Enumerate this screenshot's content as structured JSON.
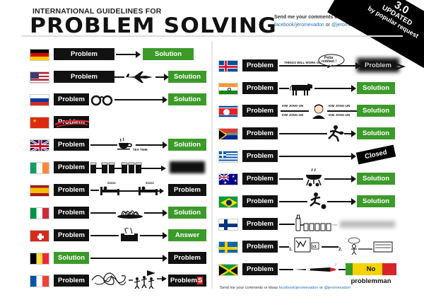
{
  "header": {
    "subtitle": "INTERNATIONAL GUIDELINES FOR",
    "title": "PROBLEM SOLVING",
    "contact": "Send me your comments or ideas:",
    "link_facebook": "facebook/jeromevadon",
    "link_or": "or",
    "link_twitter": "@jeromevadon"
  },
  "ribbon": {
    "version": "3.0",
    "updated": "UPDATED",
    "by": "by popular request"
  },
  "labels": {
    "problem": "Problem",
    "solution": "Solution",
    "answer": "Answer",
    "closed": "Closed",
    "problems_end": "Problem",
    "problems_s": "S"
  },
  "annotations": {
    "tea_time": "TEA TIME",
    "things_will": "THINGS WILL WORK OUT...",
    "petta_1": "Petta",
    "petta_2": "reddast !",
    "kim": "KIM JONG-UN",
    "step_1": "1.",
    "step_2": "2.",
    "x1": "x1",
    "zzz": "Zzzzz",
    "no": "No ",
    "problem_lc": "problem",
    "man": "man"
  },
  "footer": {
    "text": "Send me your comments or ideas",
    "fb": "facebook/jeromevadon",
    "or": "or",
    "tw": "@jeromevadon"
  },
  "countries_left": [
    "Germany",
    "USA",
    "Russia",
    "China",
    "United Kingdom",
    "Ireland",
    "Spain",
    "Italy",
    "Switzerland",
    "Belgium",
    "France"
  ],
  "countries_right": [
    "Iceland",
    "India",
    "North Korea",
    "South Africa",
    "Greece",
    "Australia",
    "Brazil",
    "Finland",
    "Sweden",
    "Jamaica"
  ],
  "colors": {
    "solution_green": "#3c9a2a",
    "problem_black": "#111111",
    "closed_black": "#000000"
  }
}
